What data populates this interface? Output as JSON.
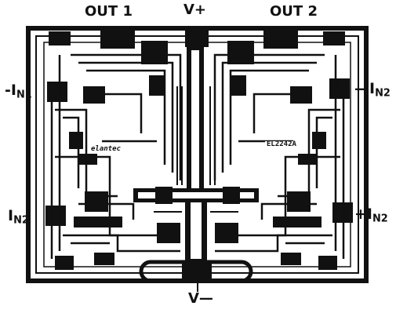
{
  "pins": {
    "out1": "OUT 1",
    "vplus": "V+",
    "out2": "OUT 2",
    "in1_minus_sign": "-",
    "in1_minus_main": "I",
    "in1_minus_sub": "N1",
    "in2_minus_sign": "—",
    "in2_minus_main": "I",
    "in2_minus_sub": "N2",
    "in1_plus_main": "I",
    "in1_plus_sub": "N2",
    "in2_plus_sign": "+",
    "in2_plus_main": "I",
    "in2_plus_sub": "N2",
    "vminus": "V—"
  },
  "die_markings": {
    "brand": "elantec",
    "part": "EL2242A"
  },
  "colors": {
    "ink": "#111111",
    "paper": "#ffffff",
    "metal": "#1a1a1a"
  }
}
